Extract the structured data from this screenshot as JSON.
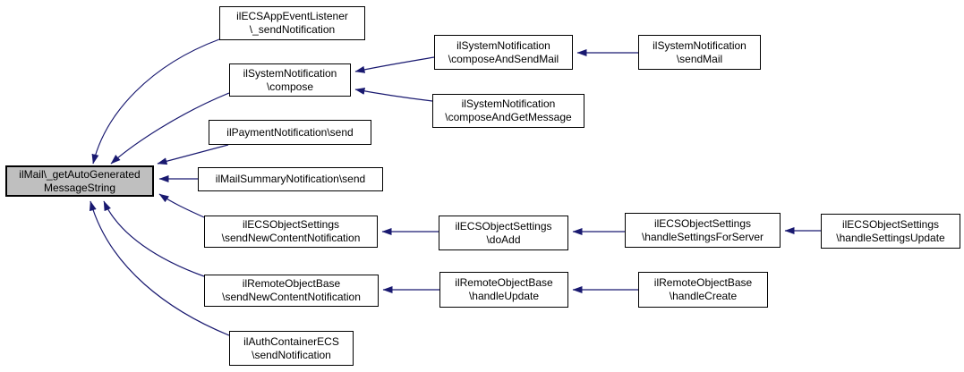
{
  "diagram": {
    "colors": {
      "edge_color": "#191970",
      "highlight_node_fill": "#bfbfbf",
      "node_fill": "#ffffff",
      "node_border": "#000000",
      "background": "#ffffff"
    },
    "nodes": {
      "main": {
        "label": "ilMail\\_getAutoGenerated\nMessageString"
      },
      "ecsAppEventListener": {
        "label": "ilECSAppEventListener\n\\_sendNotification"
      },
      "compose": {
        "label": "ilSystemNotification\n\\compose"
      },
      "composeAndSendMail": {
        "label": "ilSystemNotification\n\\composeAndSendMail"
      },
      "sendMail": {
        "label": "ilSystemNotification\n\\sendMail"
      },
      "composeAndGetMessage": {
        "label": "ilSystemNotification\n\\composeAndGetMessage"
      },
      "paymentSend": {
        "label": "ilPaymentNotification\\send"
      },
      "mailSummarySend": {
        "label": "ilMailSummaryNotification\\send"
      },
      "ecsSendNewContent": {
        "label": "ilECSObjectSettings\n\\sendNewContentNotification"
      },
      "doAdd": {
        "label": "ilECSObjectSettings\n\\doAdd"
      },
      "handleSettingsForServer": {
        "label": "ilECSObjectSettings\n\\handleSettingsForServer"
      },
      "handleSettingsUpdate": {
        "label": "ilECSObjectSettings\n\\handleSettingsUpdate"
      },
      "remoteSendNewContent": {
        "label": "ilRemoteObjectBase\n\\sendNewContentNotification"
      },
      "handleUpdate": {
        "label": "ilRemoteObjectBase\n\\handleUpdate"
      },
      "handleCreate": {
        "label": "ilRemoteObjectBase\n\\handleCreate"
      },
      "authSendNotification": {
        "label": "ilAuthContainerECS\n\\sendNotification"
      }
    },
    "edges": [
      {
        "from": "ecsAppEventListener",
        "to": "main"
      },
      {
        "from": "compose",
        "to": "main"
      },
      {
        "from": "paymentSend",
        "to": "main"
      },
      {
        "from": "mailSummarySend",
        "to": "main"
      },
      {
        "from": "ecsSendNewContent",
        "to": "main"
      },
      {
        "from": "remoteSendNewContent",
        "to": "main"
      },
      {
        "from": "authSendNotification",
        "to": "main"
      },
      {
        "from": "composeAndSendMail",
        "to": "compose"
      },
      {
        "from": "composeAndGetMessage",
        "to": "compose"
      },
      {
        "from": "sendMail",
        "to": "composeAndSendMail"
      },
      {
        "from": "doAdd",
        "to": "ecsSendNewContent"
      },
      {
        "from": "handleSettingsForServer",
        "to": "doAdd"
      },
      {
        "from": "handleSettingsUpdate",
        "to": "handleSettingsForServer"
      },
      {
        "from": "handleUpdate",
        "to": "remoteSendNewContent"
      },
      {
        "from": "handleCreate",
        "to": "handleUpdate"
      }
    ]
  }
}
